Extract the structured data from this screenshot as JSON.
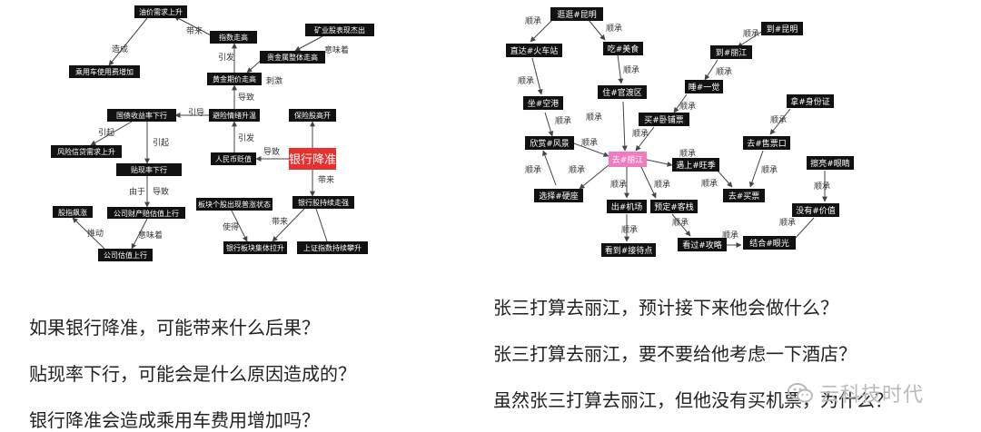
{
  "left_graph": {
    "nodes": {
      "n_oil": "油价需求上升",
      "n_idx": "指数走高",
      "n_mine": "矿业股表现杰出",
      "n_car": "乘用车使用费增加",
      "n_gold": "黄金期价走高",
      "n_metal": "贵金属整体走高",
      "n_bond": "国债收益率下行",
      "n_hedge": "避险情绪升温",
      "n_ins": "保险股高开",
      "n_risk": "风险信贷需求上升",
      "n_rmb": "人民币贬值",
      "n_cut": "银行降准",
      "n_disc": "贴现率下行",
      "n_bankup": "银行股持续走强",
      "n_sector": "板块个股出现普涨状态",
      "n_fin": "公司财产赔估值上行",
      "n_surge": "股指飙涨",
      "n_bankrise": "银行板块集体拉升",
      "n_sse": "上证指数持续攀升",
      "n_corp": "公司估值上行"
    },
    "edges": {
      "e1": "带来",
      "e2": "造成",
      "e3": "引发",
      "e4": "刺激",
      "e5": "意味着",
      "e6": "导致",
      "e7": "引导",
      "e8": "引起",
      "e9": "引起",
      "e10": "引发",
      "e11": "导致",
      "e12": "由于",
      "e13": "导致",
      "e14": "带来",
      "e15": "使得",
      "e16": "带来",
      "e17": "推动",
      "e18": "意味着"
    }
  },
  "right_graph": {
    "nodes": {
      "r_kunming1": "逛逛#昆明",
      "r_train": "直达#火车站",
      "r_food": "吃#美食",
      "r_kunming2": "到#昆明",
      "r_lijiang": "到#丽江",
      "r_airport": "坐#空港",
      "r_guandu": "住#官渡区",
      "r_sleep": "睡#一觉",
      "r_sleeper": "买#卧铺票",
      "r_id": "拿#身份证",
      "r_scenery": "欣赏#风景",
      "r_golijiang": "去#丽江",
      "r_season": "遇上#旺季",
      "r_ticketoffice": "去#售票口",
      "r_eyes": "擦亮#眼睛",
      "r_seat": "选择#硬座",
      "r_exit": "出#机场",
      "r_inn": "预定#客栈",
      "r_buyticket": "去#买票",
      "r_value": "没有#价值",
      "r_guide": "看过#攻略",
      "r_vision": "结合#眼光",
      "r_pickup": "看到#接待点"
    },
    "edge_label": "顺承"
  },
  "questions_left": [
    "如果银行降准，可能带来什么后果？",
    "贴现率下行，可能会是什么原因造成的？",
    "银行降准会造成乘用车费用增加吗？"
  ],
  "questions_right": [
    "张三打算去丽江，预计接下来他会做什么？",
    "张三打算去丽江，要不要给他考虑一下酒店？",
    "虽然张三打算去丽江，但他没有买机票，为什么？"
  ],
  "watermark": {
    "text": "云科技时代",
    "icon": "wechat-icon",
    "color": "#b9b9b9"
  },
  "colors": {
    "node": "#111111",
    "highlight_red": "#e8312f",
    "highlight_pink": "#f07cc0"
  }
}
